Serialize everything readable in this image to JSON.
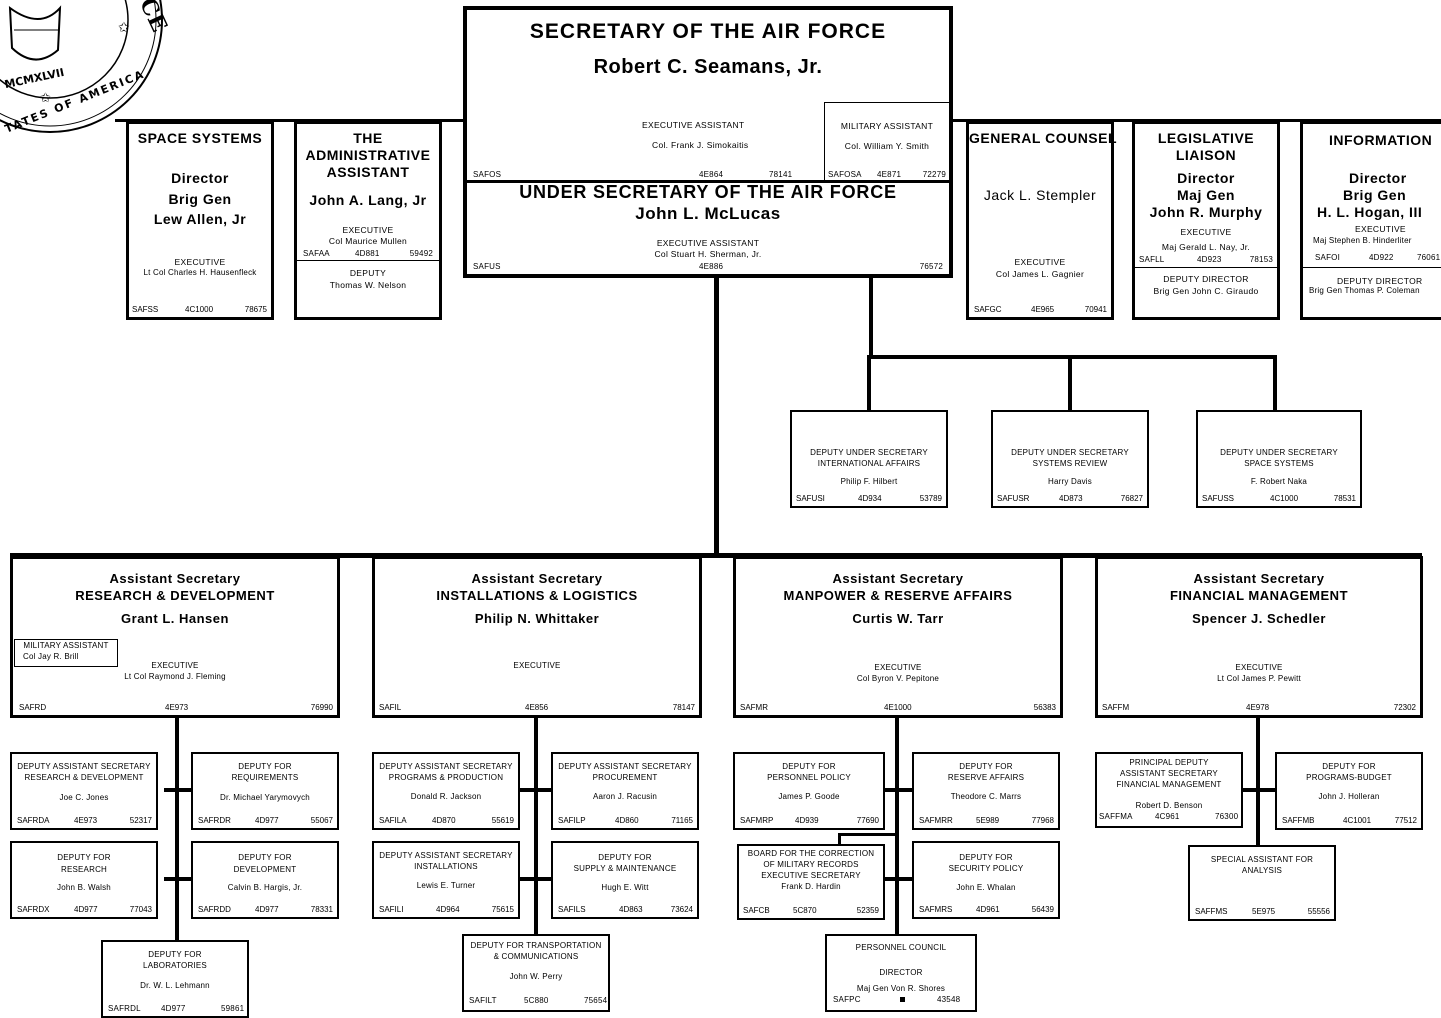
{
  "seal": {
    "text1": "CE",
    "text2": "MCMXLVII",
    "text3": "TATES OF AMERICA"
  },
  "secretary": {
    "title": "SECRETARY OF THE AIR FORCE",
    "name": "Robert C. Seamans, Jr.",
    "exec_label": "EXECUTIVE ASSISTANT",
    "exec_name": "Col. Frank J. Simokaitis",
    "code": "SAFOS",
    "room": "4E864",
    "phone": "78141",
    "mil_label": "MILITARY ASSISTANT",
    "mil_name": "Col. William Y. Smith",
    "mil_code": "SAFOSA",
    "mil_room": "4E871",
    "mil_phone": "72279"
  },
  "under_secretary": {
    "title": "UNDER SECRETARY OF THE AIR FORCE",
    "name": "John L. McLucas",
    "exec_label": "EXECUTIVE ASSISTANT",
    "exec_name": "Col Stuart H. Sherman, Jr.",
    "code": "SAFUS",
    "room": "4E886",
    "phone": "76572"
  },
  "space_systems": {
    "title": "SPACE SYSTEMS",
    "l1": "Director",
    "l2": "Brig Gen",
    "l3": "Lew Allen, Jr",
    "exec_label": "EXECUTIVE",
    "exec_name": "Lt Col Charles H. Hausenfleck",
    "code": "SAFSS",
    "room": "4C1000",
    "phone": "78675"
  },
  "admin_assistant": {
    "t1": "THE",
    "t2": "ADMINISTRATIVE",
    "t3": "ASSISTANT",
    "name": "John A. Lang, Jr",
    "exec_label": "EXECUTIVE",
    "exec_name": "Col Maurice Mullen",
    "code": "SAFAA",
    "room": "4D881",
    "phone": "59492",
    "deputy_label": "DEPUTY",
    "deputy_name": "Thomas W. Nelson"
  },
  "general_counsel": {
    "title": "GENERAL COUNSEL",
    "name": "Jack L. Stempler",
    "exec_label": "EXECUTIVE",
    "exec_name": "Col James L. Gagnier",
    "code": "SAFGC",
    "room": "4E965",
    "phone": "70941"
  },
  "legislative": {
    "t1": "LEGISLATIVE",
    "t2": "LIAISON",
    "l1": "Director",
    "l2": "Maj Gen",
    "l3": "John R. Murphy",
    "exec_label": "EXECUTIVE",
    "exec_name": "Maj Gerald L. Nay, Jr.",
    "code": "SAFLL",
    "room": "4D923",
    "phone": "78153",
    "deputy_label": "DEPUTY DIRECTOR",
    "deputy_name": "Brig Gen John C. Giraudo"
  },
  "information": {
    "title": "INFORMATION",
    "l1": "Director",
    "l2": "Brig Gen",
    "l3": "H. L. Hogan, III",
    "exec_label": "EXECUTIVE",
    "exec_name": "Maj Stephen B. Hinderliter",
    "code": "SAFOI",
    "room": "4D922",
    "phone": "76061",
    "deputy_label": "DEPUTY DIRECTOR",
    "deputy_name": "Brig Gen Thomas P. Coleman"
  },
  "deputy_under": [
    {
      "l1": "DEPUTY UNDER SECRETARY",
      "l2": "INTERNATIONAL AFFAIRS",
      "name": "Philip F. Hilbert",
      "code": "SAFUSI",
      "room": "4D934",
      "phone": "53789"
    },
    {
      "l1": "DEPUTY UNDER SECRETARY",
      "l2": "SYSTEMS REVIEW",
      "name": "Harry Davis",
      "code": "SAFUSR",
      "room": "4D873",
      "phone": "76827"
    },
    {
      "l1": "DEPUTY UNDER SECRETARY",
      "l2": "SPACE SYSTEMS",
      "name": "F. Robert Naka",
      "code": "SAFUSS",
      "room": "4C1000",
      "phone": "78531"
    }
  ],
  "assistant_secretaries": [
    {
      "l1": "Assistant Secretary",
      "l2": "RESEARCH & DEVELOPMENT",
      "name": "Grant L. Hansen",
      "exec_label": "EXECUTIVE",
      "exec_name": "Lt Col Raymond J. Fleming",
      "mil_label": "MILITARY ASSISTANT",
      "mil_name": "Col Jay R. Brill",
      "code": "SAFRD",
      "room": "4E973",
      "phone": "76990"
    },
    {
      "l1": "Assistant Secretary",
      "l2": "INSTALLATIONS & LOGISTICS",
      "name": "Philip N. Whittaker",
      "exec_label": "EXECUTIVE",
      "exec_name": "",
      "code": "SAFIL",
      "room": "4E856",
      "phone": "78147"
    },
    {
      "l1": "Assistant Secretary",
      "l2": "MANPOWER & RESERVE AFFAIRS",
      "name": "Curtis W. Tarr",
      "exec_label": "EXECUTIVE",
      "exec_name": "Col Byron V. Pepitone",
      "code": "SAFMR",
      "room": "4E1000",
      "phone": "56383"
    },
    {
      "l1": "Assistant Secretary",
      "l2": "FINANCIAL MANAGEMENT",
      "name": "Spencer J. Schedler",
      "exec_label": "EXECUTIVE",
      "exec_name": "Lt Col James P. Pewitt",
      "code": "SAFFM",
      "room": "4E978",
      "phone": "72302"
    }
  ],
  "rd_subs": [
    {
      "l1": "DEPUTY ASSISTANT SECRETARY",
      "l2": "RESEARCH & DEVELOPMENT",
      "name": "Joe C. Jones",
      "code": "SAFRDA",
      "room": "4E973",
      "phone": "52317"
    },
    {
      "l1": "DEPUTY FOR",
      "l2": "REQUIREMENTS",
      "name": "Dr. Michael Yarymovych",
      "code": "SAFRDR",
      "room": "4D977",
      "phone": "55067"
    },
    {
      "l1": "DEPUTY FOR",
      "l2": "RESEARCH",
      "name": "John B. Walsh",
      "code": "SAFRDX",
      "room": "4D977",
      "phone": "77043"
    },
    {
      "l1": "DEPUTY FOR",
      "l2": "DEVELOPMENT",
      "name": "Calvin B. Hargis, Jr.",
      "code": "SAFRDD",
      "room": "4D977",
      "phone": "78331"
    },
    {
      "l1": "DEPUTY FOR",
      "l2": "LABORATORIES",
      "name": "Dr. W. L. Lehmann",
      "code": "SAFRDL",
      "room": "4D977",
      "phone": "59861"
    }
  ],
  "il_subs": [
    {
      "l1": "DEPUTY ASSISTANT SECRETARY",
      "l2": "PROGRAMS & PRODUCTION",
      "name": "Donald R. Jackson",
      "code": "SAFILA",
      "room": "4D870",
      "phone": "55619"
    },
    {
      "l1": "DEPUTY ASSISTANT SECRETARY",
      "l2": "PROCUREMENT",
      "name": "Aaron J. Racusin",
      "code": "SAFILP",
      "room": "4D860",
      "phone": "71165"
    },
    {
      "l1": "DEPUTY ASSISTANT SECRETARY",
      "l2": "INSTALLATIONS",
      "name": "Lewis E. Turner",
      "code": "SAFILI",
      "room": "4D964",
      "phone": "75615"
    },
    {
      "l1": "DEPUTY FOR",
      "l2": "SUPPLY & MAINTENANCE",
      "name": "Hugh E. Witt",
      "code": "SAFILS",
      "room": "4D863",
      "phone": "73624"
    },
    {
      "l1": "DEPUTY FOR TRANSPORTATION",
      "l2": "& COMMUNICATIONS",
      "name": "John W. Perry",
      "code": "SAFILT",
      "room": "5C880",
      "phone": "75654"
    }
  ],
  "mr_subs": [
    {
      "l1": "DEPUTY FOR",
      "l2": "PERSONNEL POLICY",
      "name": "James P. Goode",
      "code": "SAFMRP",
      "room": "4D939",
      "phone": "77690"
    },
    {
      "l1": "DEPUTY FOR",
      "l2": "RESERVE AFFAIRS",
      "name": "Theodore C. Marrs",
      "code": "SAFMRR",
      "room": "5E989",
      "phone": "77968"
    },
    {
      "l1": "BOARD FOR THE CORRECTION",
      "l2": "OF MILITARY RECORDS",
      "l3": "EXECUTIVE SECRETARY",
      "name": "Frank D. Hardin",
      "code": "SAFCB",
      "room": "5C870",
      "phone": "52359"
    },
    {
      "l1": "DEPUTY FOR",
      "l2": "SECURITY POLICY",
      "name": "John E. Whalan",
      "code": "SAFMRS",
      "room": "4D961",
      "phone": "56439"
    },
    {
      "l1": "PERSONNEL COUNCIL",
      "l2": "DIRECTOR",
      "name": "Maj Gen Von R. Shores",
      "code": "SAFPC",
      "phone": "43548"
    }
  ],
  "fm_subs": [
    {
      "l1": "PRINCIPAL DEPUTY",
      "l2": "ASSISTANT SECRETARY",
      "l3": "FINANCIAL MANAGEMENT",
      "name": "Robert D. Benson",
      "code": "SAFFMA",
      "room": "4C961",
      "phone": "76300"
    },
    {
      "l1": "DEPUTY FOR",
      "l2": "PROGRAMS-BUDGET",
      "name": "John J. Holleran",
      "code": "SAFFMB",
      "room": "4C1001",
      "phone": "77512"
    },
    {
      "l1": "SPECIAL ASSISTANT FOR",
      "l2": "ANALYSIS",
      "code": "SAFFMS",
      "room": "5E975",
      "phone": "55556"
    }
  ]
}
